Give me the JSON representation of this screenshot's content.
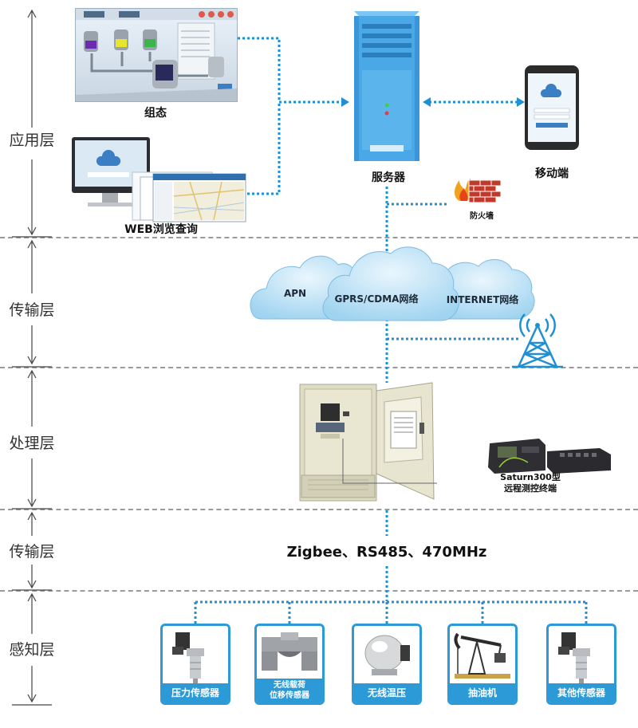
{
  "layers": [
    {
      "name": "应用层"
    },
    {
      "name": "传输层"
    },
    {
      "name": "处理层"
    },
    {
      "name": "传输层"
    },
    {
      "name": "感知层"
    }
  ],
  "application": {
    "scada_label": "组态",
    "web_label": "WEB浏览查询",
    "server_label": "服务器",
    "mobile_label": "移动端",
    "firewall_label": "防火墙"
  },
  "network": {
    "apn": "APN",
    "gprs": "GPRS/CDMA网络",
    "internet": "INTERNET网络"
  },
  "processing": {
    "device_line1": "Saturn300型",
    "device_line2": "远程测控终端"
  },
  "field_transport": {
    "protocols": "Zigbee、RS485、470MHz"
  },
  "sensors": [
    {
      "label": "压力传感器"
    },
    {
      "label_line1": "无线载荷",
      "label_line2": "位移传感器"
    },
    {
      "label": "无线温压"
    },
    {
      "label": "抽油机"
    },
    {
      "label": "其他传感器"
    }
  ],
  "colors": {
    "link": "#1f8fd6",
    "divider": "#9a9a9a",
    "sensor_border": "#2d9ad8",
    "server_blue": "#4aa8e6"
  }
}
